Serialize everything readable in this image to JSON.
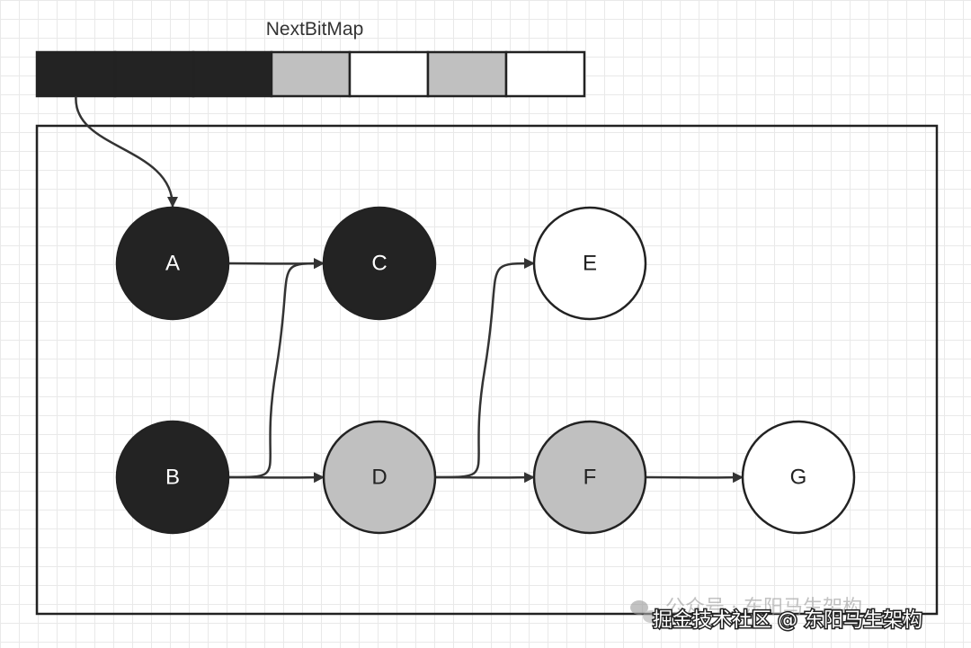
{
  "bitmap": {
    "title": "NextBitMap",
    "cells": [
      "black",
      "black",
      "black",
      "gray",
      "white",
      "gray",
      "white"
    ]
  },
  "nodes": [
    {
      "id": "A",
      "label": "A",
      "color": "black"
    },
    {
      "id": "C",
      "label": "C",
      "color": "black"
    },
    {
      "id": "E",
      "label": "E",
      "color": "white"
    },
    {
      "id": "B",
      "label": "B",
      "color": "black"
    },
    {
      "id": "D",
      "label": "D",
      "color": "gray"
    },
    {
      "id": "F",
      "label": "F",
      "color": "gray"
    },
    {
      "id": "G",
      "label": "G",
      "color": "white"
    }
  ],
  "edges": [
    {
      "from": "A",
      "to": "C"
    },
    {
      "from": "B",
      "to": "C"
    },
    {
      "from": "B",
      "to": "D"
    },
    {
      "from": "D",
      "to": "E"
    },
    {
      "from": "D",
      "to": "F"
    },
    {
      "from": "F",
      "to": "G"
    }
  ],
  "pointer": {
    "from_cell": 0,
    "to": "A"
  },
  "colors": {
    "black": "#232323",
    "gray": "#c0c0c0",
    "white": "#ffffff",
    "stroke": "#222222"
  },
  "watermark": {
    "line1": "公众号 · 东阳马生架构",
    "line2": "掘金技术社区 @ 东阳马生架构"
  }
}
